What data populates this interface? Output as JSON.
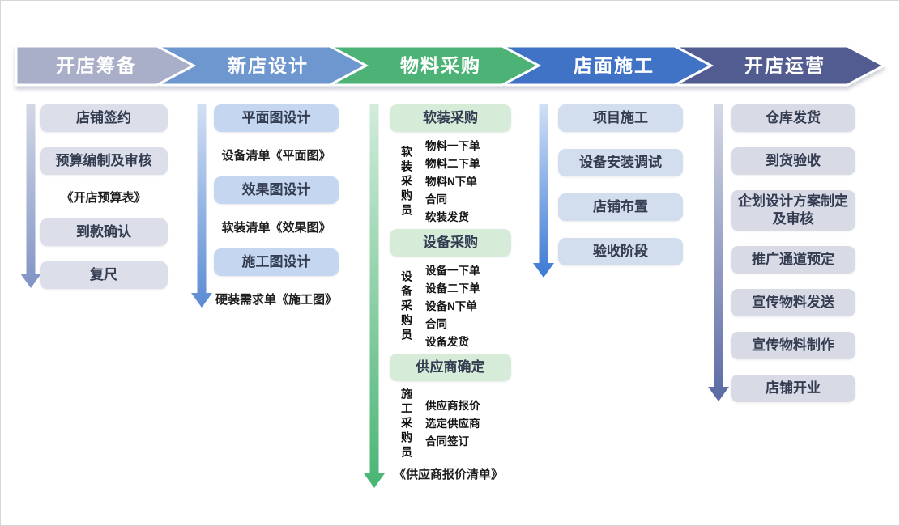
{
  "phases": [
    {
      "label": "开店筹备",
      "color": "#a9afc8",
      "arrow_from": "#d3d8e6",
      "arrow_to": "#8093c5",
      "box_bg": "#dcdfe9",
      "items": [
        {
          "type": "box",
          "text": "店铺签约"
        },
        {
          "type": "box",
          "text": "预算编制及审核"
        },
        {
          "type": "doc",
          "text": "《开店预算表》"
        },
        {
          "type": "box",
          "text": "到款确认"
        },
        {
          "type": "box",
          "text": "复尺"
        }
      ]
    },
    {
      "label": "新店设计",
      "color": "#6e96cf",
      "arrow_from": "#d3e0f3",
      "arrow_to": "#5b8bd4",
      "box_bg": "#c5d7f0",
      "items": [
        {
          "type": "box",
          "text": "平面图设计"
        },
        {
          "type": "doc",
          "text": "设备清单《平面图》"
        },
        {
          "type": "box",
          "text": "效果图设计"
        },
        {
          "type": "doc",
          "text": "软装清单《效果图》"
        },
        {
          "type": "box",
          "text": "施工图设计"
        },
        {
          "type": "doc",
          "text": "硬装需求单《施工图》"
        }
      ]
    },
    {
      "label": "物料采购",
      "color": "#4db274",
      "arrow_from": "#d2ecdb",
      "arrow_to": "#49b573",
      "box_bg": "#d6ecd9",
      "items": [
        {
          "type": "group",
          "header": "软装采购",
          "role": "软装采购员",
          "steps": [
            "物料一下单",
            "物料二下单",
            "物料N下单",
            "合同",
            "软装发货"
          ]
        },
        {
          "type": "group",
          "header": "设备采购",
          "role": "设备采购员",
          "steps": [
            "设备一下单",
            "设备二下单",
            "设备N下单",
            "合同",
            "设备发货"
          ]
        },
        {
          "type": "group",
          "header": "供应商确定",
          "role": "施工采购员",
          "steps": [
            "供应商报价",
            "选定供应商",
            "合同签订"
          ],
          "doc": "《供应商报价清单》"
        }
      ]
    },
    {
      "label": "店面施工",
      "color": "#3f72c6",
      "arrow_from": "#d0e0f6",
      "arrow_to": "#3c79d4",
      "box_bg": "#d2ddee",
      "items": [
        {
          "type": "box",
          "text": "项目施工"
        },
        {
          "type": "box",
          "text": "设备安装调试"
        },
        {
          "type": "box",
          "text": "店铺布置"
        },
        {
          "type": "box",
          "text": "验收阶段"
        }
      ]
    },
    {
      "label": "开店运营",
      "color": "#525c90",
      "arrow_from": "#d6d9e6",
      "arrow_to": "#5b6aa5",
      "box_bg": "#d8dae5",
      "items": [
        {
          "type": "box",
          "text": "仓库发货"
        },
        {
          "type": "box",
          "text": "到货验收"
        },
        {
          "type": "box",
          "text": "企划设计方案制定及审核"
        },
        {
          "type": "box",
          "text": "推广通道预定"
        },
        {
          "type": "box",
          "text": "宣传物料发送"
        },
        {
          "type": "box",
          "text": "宣传物料制作"
        },
        {
          "type": "box",
          "text": "店铺开业"
        }
      ]
    }
  ]
}
